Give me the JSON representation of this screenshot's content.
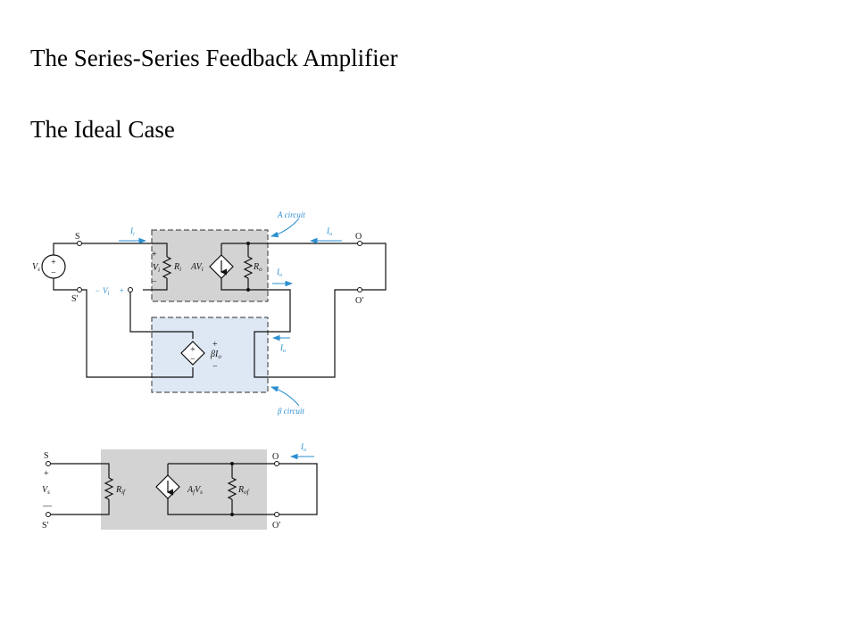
{
  "slide": {
    "title": "The Series-Series Feedback Amplifier",
    "subtitle": "The Ideal Case"
  },
  "diagram_top": {
    "node_s": "S",
    "node_s_prime": "S′",
    "node_o": "O",
    "node_o_prime": "O′",
    "source_label": "V",
    "source_sub": "s",
    "ii_label": "I",
    "ii_sub": "i",
    "io_label": "I",
    "io_sub": "o",
    "vi_minus": "−",
    "vi_label": "V",
    "vi_sub": "i",
    "vi_plus": "+",
    "a_circuit_label": "A circuit",
    "beta_circuit_label": "β circuit",
    "ri_label": "R",
    "ri_sub": "i",
    "ro_label": "R",
    "ro_sub": "o",
    "av_label": "AV",
    "av_sub": "i",
    "beta_io_label": "βI",
    "beta_io_sub": "o",
    "plus": "+",
    "minus": "−"
  },
  "diagram_bottom": {
    "node_s": "S",
    "node_s_prime": "S′",
    "node_o": "O",
    "node_o_prime": "O′",
    "vs_label": "V",
    "vs_sub": "s",
    "rif_label": "R",
    "rif_sub": "if",
    "rof_label": "R",
    "rof_sub": "of",
    "afvs_label": "A",
    "afvs_sub": "f",
    "afvs_label2": "V",
    "afvs_sub2": "s",
    "io_label": "I",
    "io_sub": "o",
    "plus": "+",
    "minus": "—"
  },
  "colors": {
    "a_box_fill": "#d3d3d3",
    "beta_box_fill": "#dde8f4",
    "annotation_blue": "#2b8fd0"
  }
}
